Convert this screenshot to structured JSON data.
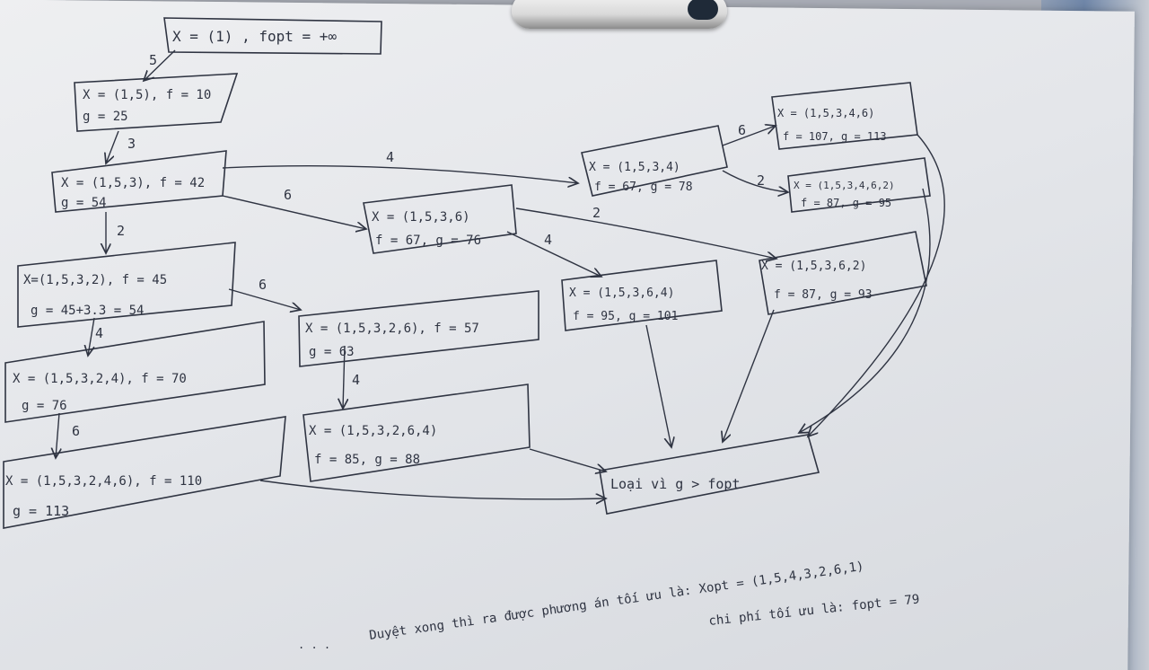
{
  "nodes": [
    {
      "id": "root",
      "line1": "X = (1) , fopt = +∞",
      "line2": ""
    },
    {
      "id": "n15",
      "line1": "X = (1,5), f = 10",
      "line2": "g = 25"
    },
    {
      "id": "n153",
      "line1": "X = (1,5,3), f = 42",
      "line2": "g = 54"
    },
    {
      "id": "n1532",
      "line1": "X=(1,5,3,2), f = 45",
      "line2": "g = 45+3.3 = 54"
    },
    {
      "id": "n15324",
      "line1": "X = (1,5,3,2,4), f = 70",
      "line2": "g = 76"
    },
    {
      "id": "n153246",
      "line1": "X = (1,5,3,2,4,6), f = 110",
      "line2": "g = 113"
    },
    {
      "id": "n15326",
      "line1": "X = (1,5,3,2,6), f = 57",
      "line2": "g = 63"
    },
    {
      "id": "n153264",
      "line1": "X = (1,5,3,2,6,4)",
      "line2": "f = 85, g = 88"
    },
    {
      "id": "n1536",
      "line1": "X = (1,5,3,6)",
      "line2": "f = 67, g = 76"
    },
    {
      "id": "n15364",
      "line1": "X = (1,5,3,6,4)",
      "line2": "f = 95, g = 101"
    },
    {
      "id": "n1534",
      "line1": "X = (1,5,3,4)",
      "line2": "f = 67, g = 78"
    },
    {
      "id": "n15346",
      "line1": "X = (1,5,3,4,6)",
      "line2": "f = 107, g = 113"
    },
    {
      "id": "n153462",
      "line1": "X = (1,5,3,4,6,2)",
      "line2": "f = 87, g = 95"
    },
    {
      "id": "n15362",
      "line1": "X = (1,5,3,6,2)",
      "line2": "f = 87, g = 93"
    },
    {
      "id": "prune",
      "line1": "Loại vì g > fopt",
      "line2": ""
    }
  ],
  "edge_labels": [
    "5",
    "3",
    "2",
    "4",
    "6",
    "6",
    "4",
    "4",
    "6",
    "2",
    "4",
    "6",
    "2"
  ],
  "notes": {
    "line1": "Duyệt xong thì ra được phương án tối ưu là: Xopt = (1,5,4,3,2,6,1)",
    "line2": "chi phí tối ưu là: fopt = 79",
    "dots": ". . ."
  },
  "colors": {
    "ink": "#2f3442",
    "paper": "#e6e8eb"
  }
}
